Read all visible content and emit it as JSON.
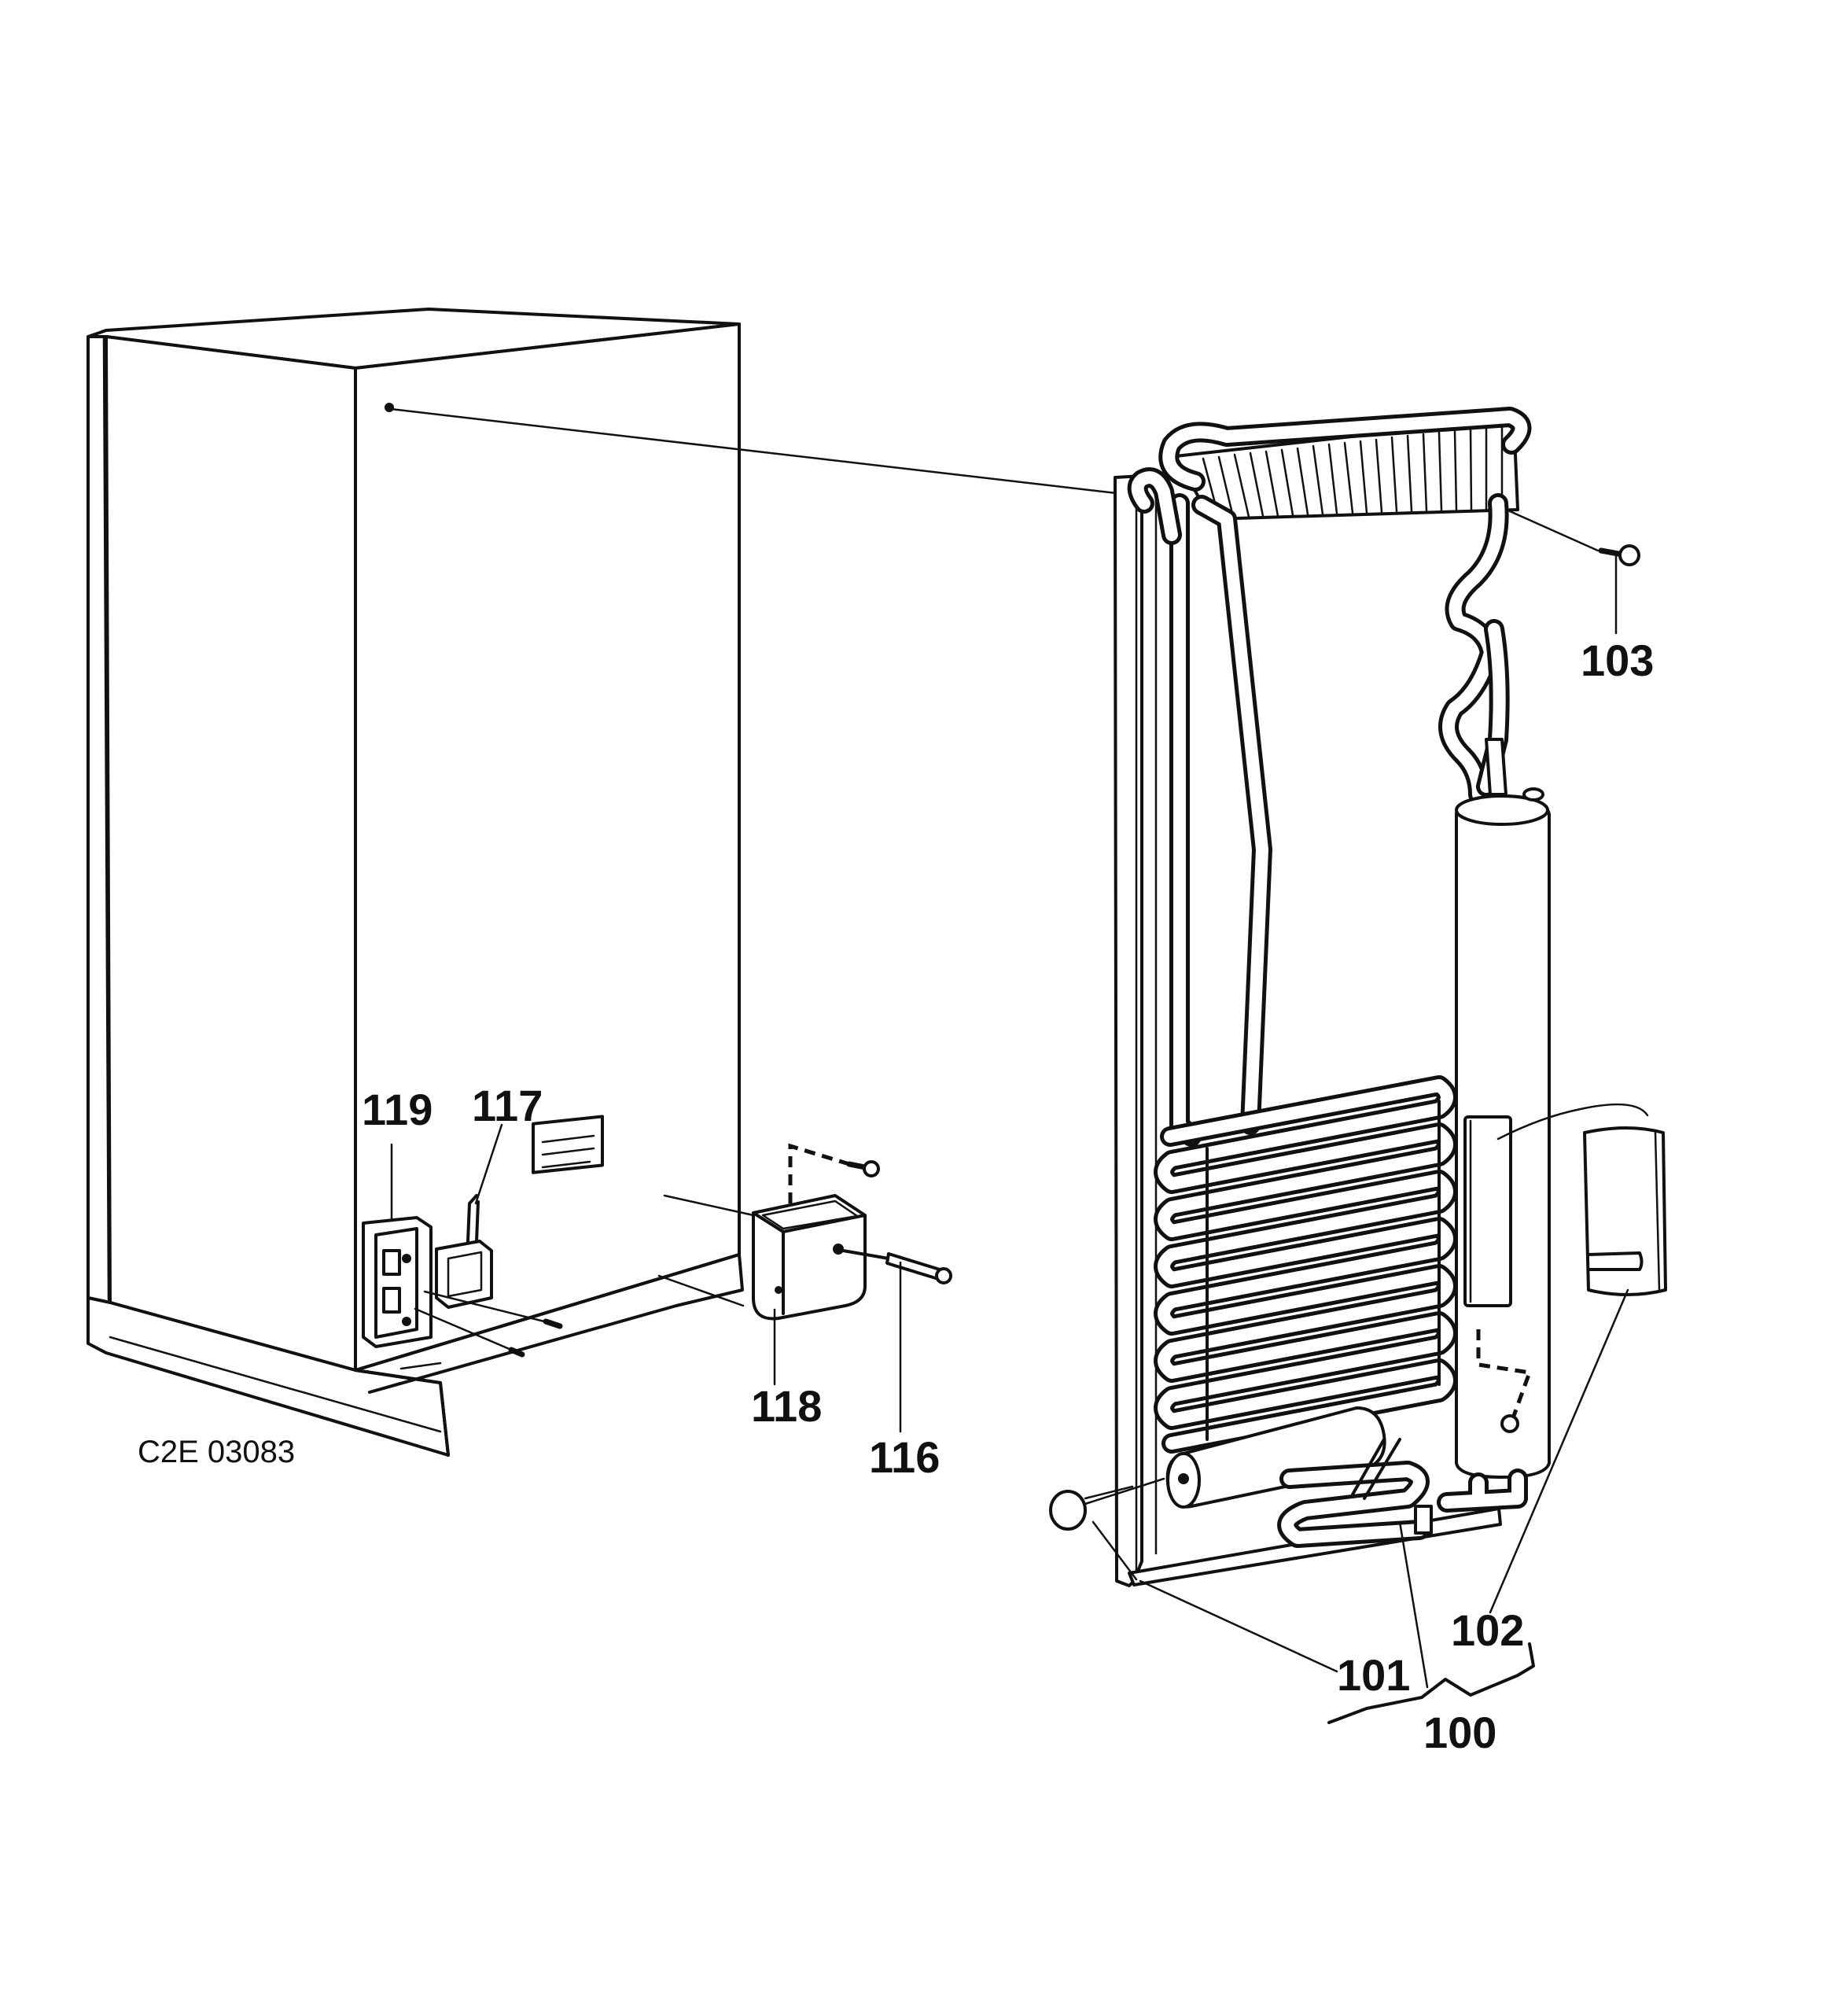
{
  "diagram": {
    "code": "C2E 03083",
    "callouts": [
      {
        "id": "100",
        "label": "100"
      },
      {
        "id": "101",
        "label": "101"
      },
      {
        "id": "102",
        "label": "102"
      },
      {
        "id": "103",
        "label": "103"
      },
      {
        "id": "116",
        "label": "116"
      },
      {
        "id": "117",
        "label": "117"
      },
      {
        "id": "118",
        "label": "118"
      },
      {
        "id": "119",
        "label": "119"
      }
    ]
  }
}
